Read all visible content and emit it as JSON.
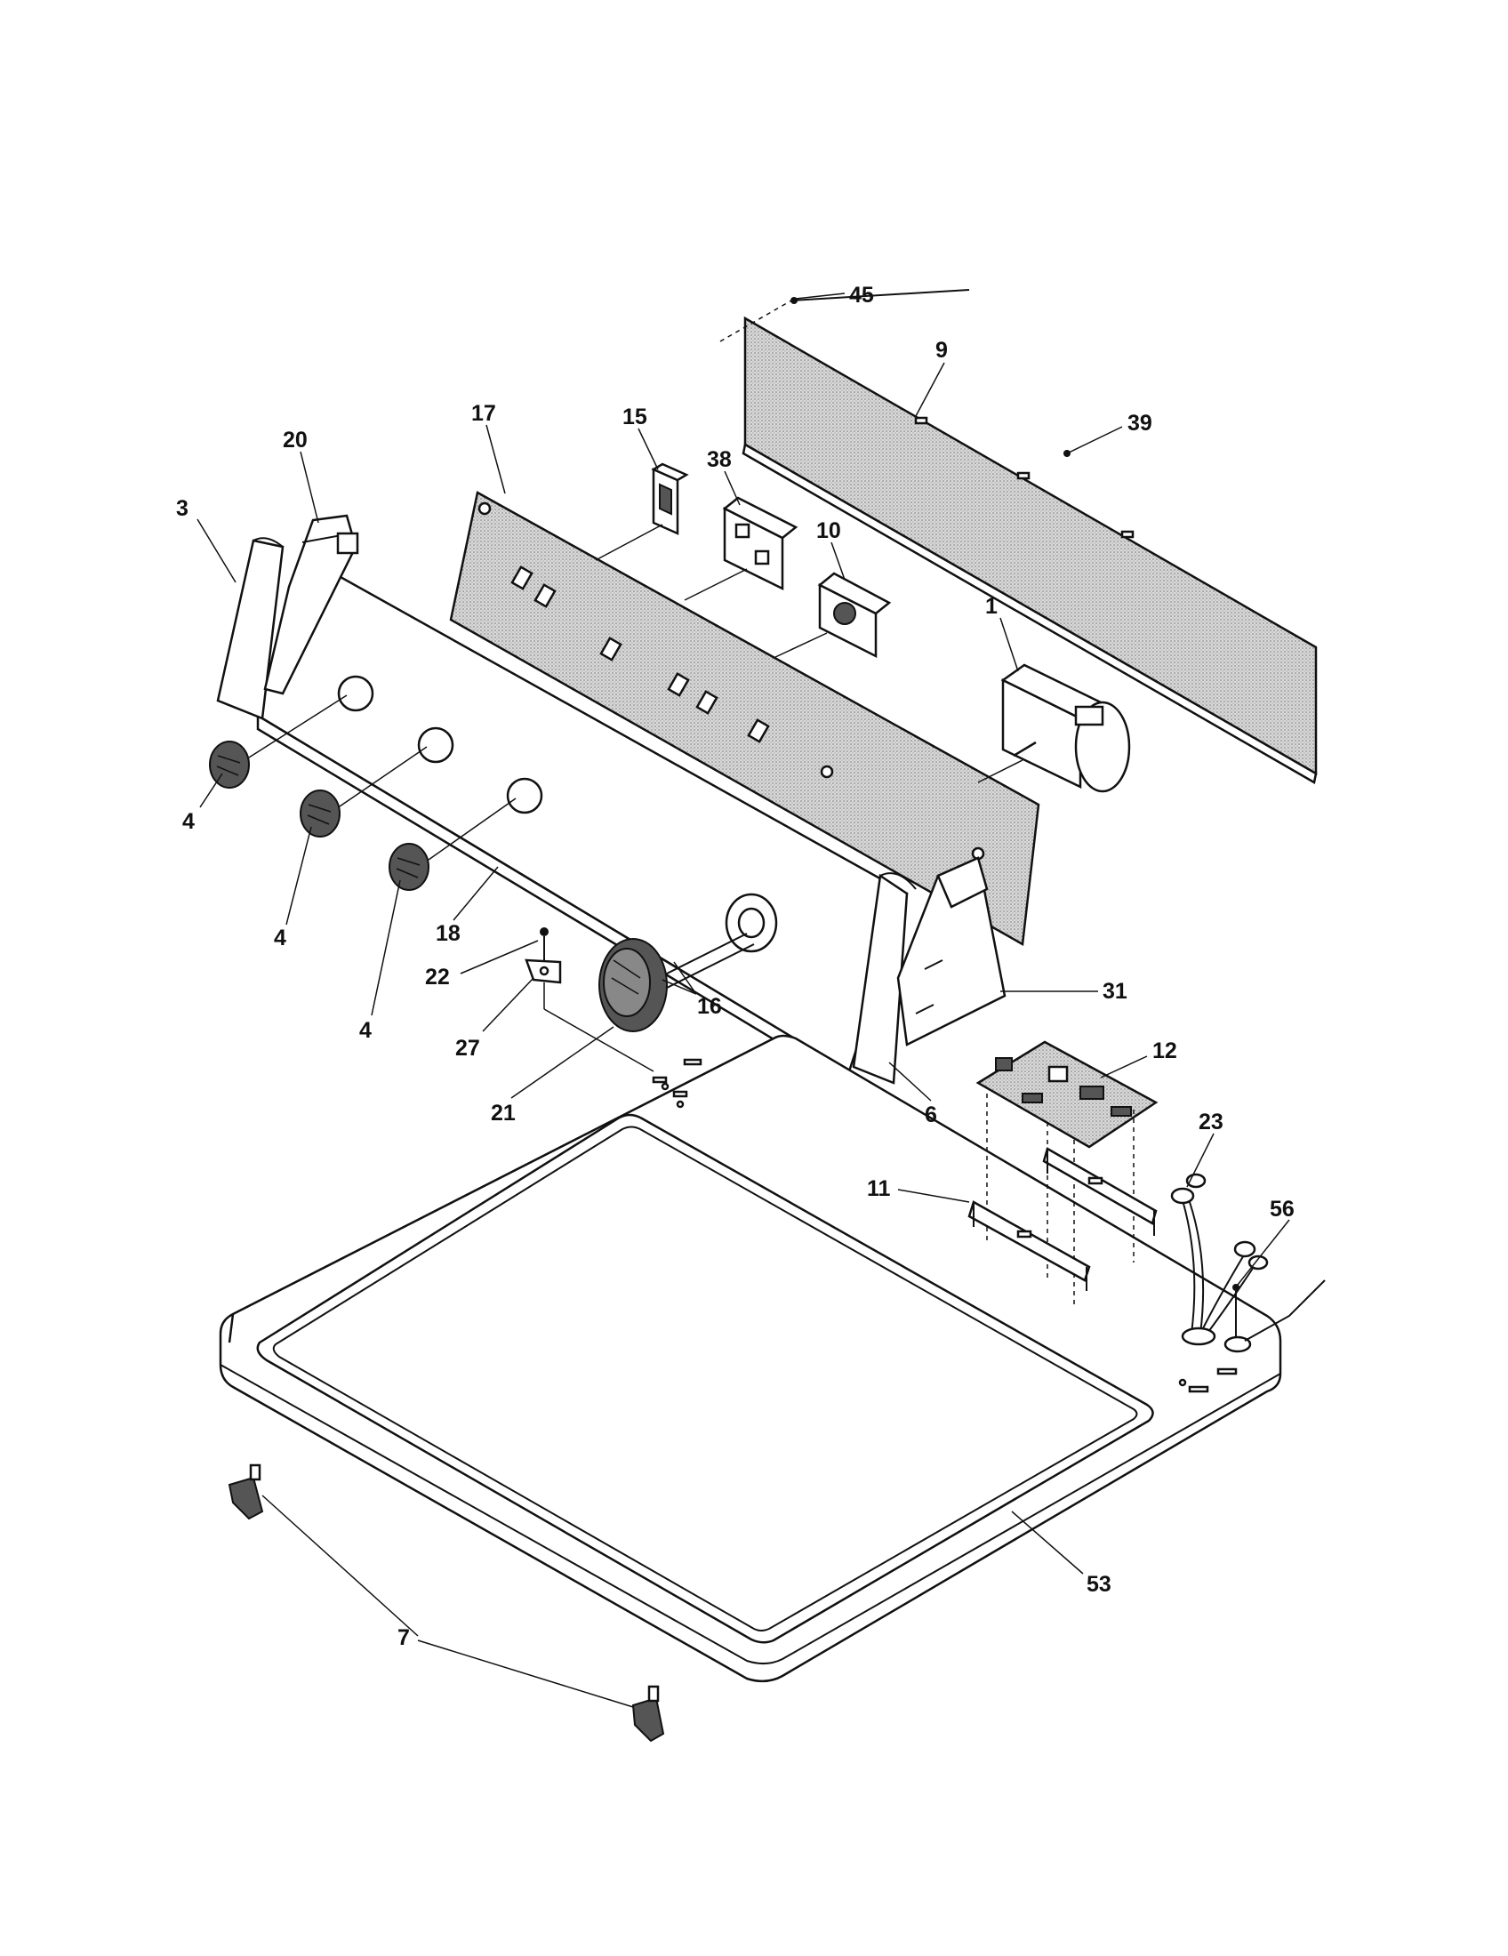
{
  "diagram": {
    "callouts": [
      {
        "id": "c45",
        "label": "45"
      },
      {
        "id": "c9",
        "label": "9"
      },
      {
        "id": "c39",
        "label": "39"
      },
      {
        "id": "c17",
        "label": "17"
      },
      {
        "id": "c15",
        "label": "15"
      },
      {
        "id": "c38",
        "label": "38"
      },
      {
        "id": "c10",
        "label": "10"
      },
      {
        "id": "c20",
        "label": "20"
      },
      {
        "id": "c3",
        "label": "3"
      },
      {
        "id": "c1",
        "label": "1"
      },
      {
        "id": "c4a",
        "label": "4"
      },
      {
        "id": "c4b",
        "label": "4"
      },
      {
        "id": "c4c",
        "label": "4"
      },
      {
        "id": "c18",
        "label": "18"
      },
      {
        "id": "c22",
        "label": "22"
      },
      {
        "id": "c27",
        "label": "27"
      },
      {
        "id": "c16",
        "label": "16"
      },
      {
        "id": "c31",
        "label": "31"
      },
      {
        "id": "c21",
        "label": "21"
      },
      {
        "id": "c6",
        "label": "6"
      },
      {
        "id": "c12",
        "label": "12"
      },
      {
        "id": "c23",
        "label": "23"
      },
      {
        "id": "c11",
        "label": "11"
      },
      {
        "id": "c56",
        "label": "56"
      },
      {
        "id": "c53",
        "label": "53"
      },
      {
        "id": "c7",
        "label": "7"
      }
    ]
  }
}
